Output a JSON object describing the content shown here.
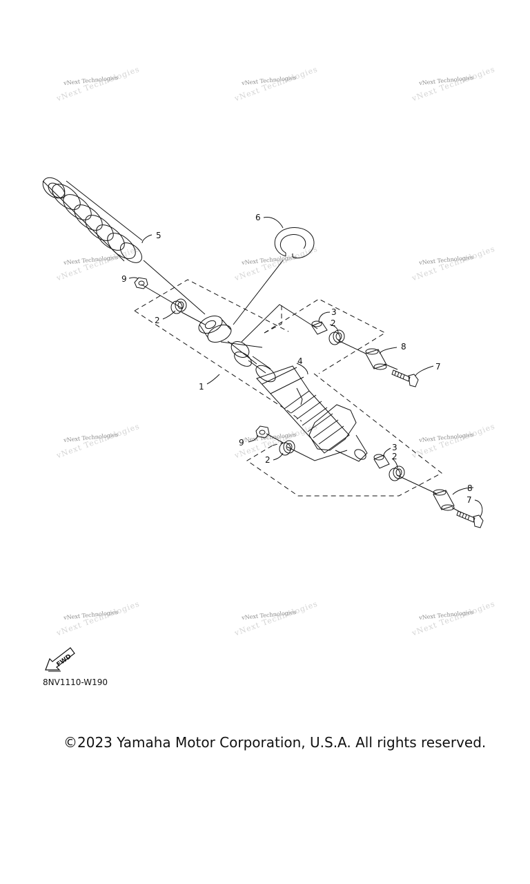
{
  "watermark_text": "vNext Technologies",
  "callouts": {
    "c1": "1",
    "c2a": "2",
    "c2b": "2",
    "c2c": "2",
    "c2d": "2",
    "c3a": "3",
    "c3b": "3",
    "c4": "4",
    "c5": "5",
    "c6": "6",
    "c7a": "7",
    "c7b": "7",
    "c8a": "8",
    "c8b": "8",
    "c9a": "9",
    "c9b": "9"
  },
  "fwd_label": "FWD",
  "diagram_code": "8NV1110-W190",
  "copyright": "©2023 Yamaha Motor Corporation, U.S.A. All rights reserved.",
  "colors": {
    "line": "#111111",
    "watermark": "#8a8a8a"
  }
}
